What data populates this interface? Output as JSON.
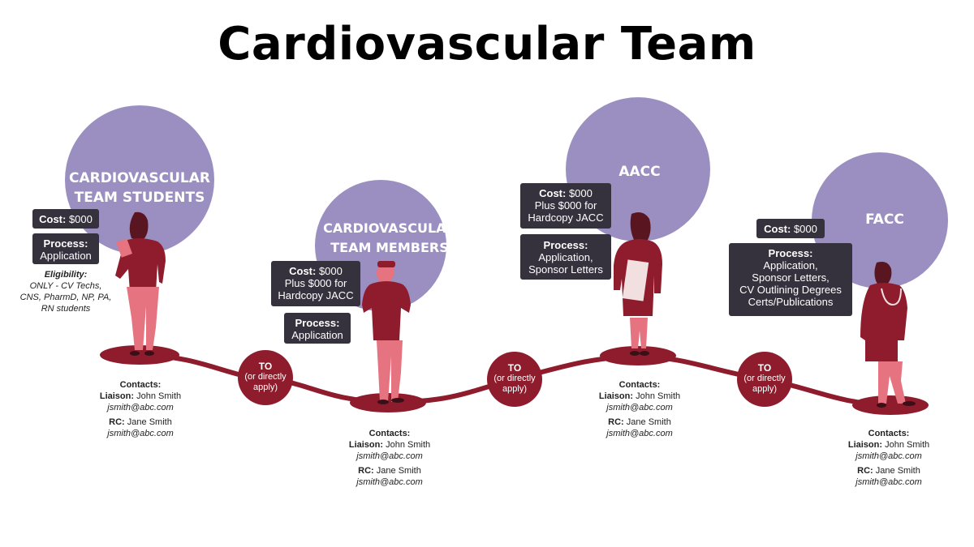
{
  "title": "Cardiovascular Team",
  "stages": [
    {
      "circle_line1": "CARDIOVASCULAR",
      "circle_line2": "TEAM STUDENTS",
      "cost_label": "Cost:",
      "cost_value": "$000",
      "process_label": "Process:",
      "process_value": "Application",
      "eligibility_label": "Eligibility:",
      "eligibility_lines": [
        "ONLY - CV Techs,",
        "CNS, PharmD, NP, PA,",
        "RN students"
      ],
      "contacts_label": "Contacts:",
      "liaison_label": "Liaison:",
      "liaison_name": "John Smith",
      "liaison_email": "jsmith@abc.com",
      "rc_label": "RC:",
      "rc_name": "Jane Smith",
      "rc_email": "jsmith@abc.com"
    },
    {
      "circle_line1": "CARDIOVASCULAR",
      "circle_line2": "TEAM MEMBERS",
      "cost_label": "Cost:",
      "cost_value": "$000",
      "cost_line2": "Plus $000 for",
      "cost_line3": "Hardcopy JACC",
      "process_label": "Process:",
      "process_value": "Application",
      "contacts_label": "Contacts:",
      "liaison_label": "Liaison:",
      "liaison_name": "John Smith",
      "liaison_email": "jsmith@abc.com",
      "rc_label": "RC:",
      "rc_name": "Jane Smith",
      "rc_email": "jsmith@abc.com"
    },
    {
      "circle_line1": "AACC",
      "cost_label": "Cost:",
      "cost_value": "$000",
      "cost_line2": "Plus $000 for",
      "cost_line3": "Hardcopy JACC",
      "process_label": "Process:",
      "process_line1": "Application,",
      "process_line2": "Sponsor Letters",
      "contacts_label": "Contacts:",
      "liaison_label": "Liaison:",
      "liaison_name": "John Smith",
      "liaison_email": "jsmith@abc.com",
      "rc_label": "RC:",
      "rc_name": "Jane Smith",
      "rc_email": "jsmith@abc.com"
    },
    {
      "circle_line1": "FACC",
      "cost_label": "Cost:",
      "cost_value": "$000",
      "process_label": "Process:",
      "process_line1": "Application,",
      "process_line2": "Sponsor Letters,",
      "process_line3": "CV Outlining Degrees",
      "process_line4": "Certs/Publications",
      "contacts_label": "Contacts:",
      "liaison_label": "Liaison:",
      "liaison_name": "John Smith",
      "liaison_email": "jsmith@abc.com",
      "rc_label": "RC:",
      "rc_name": "Jane Smith",
      "rc_email": "jsmith@abc.com"
    }
  ],
  "connector": {
    "main": "TO",
    "line2": "(or directly",
    "line3": "apply)"
  },
  "colors": {
    "circle": "#9b8fc1",
    "box": "#35313d",
    "path": "#8e1c2c",
    "figure_dark": "#8e1c2c",
    "figure_light": "#e57480",
    "skin": "#5a1620"
  },
  "icons": [
    "student-figure-icon",
    "member-figure-icon",
    "aacc-figure-icon",
    "facc-figure-icon"
  ]
}
